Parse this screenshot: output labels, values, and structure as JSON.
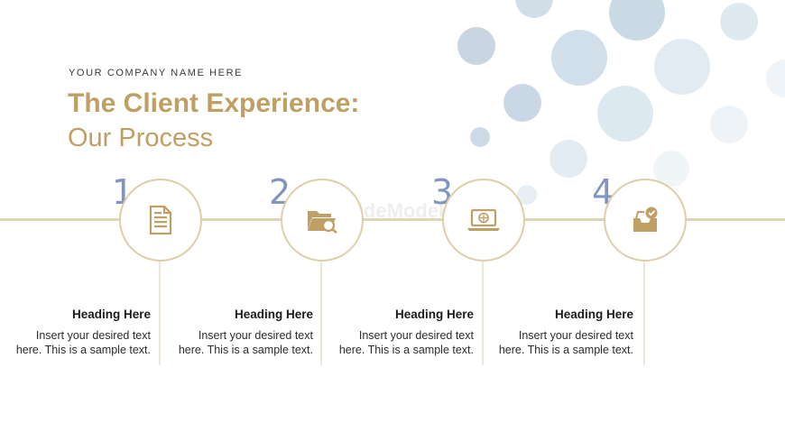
{
  "header": {
    "company": "YOUR COMPANY NAME HERE",
    "title": "The Client Experience:",
    "subtitle": "Our Process"
  },
  "watermark": "SlideModel",
  "colors": {
    "accent": "#bf9f63",
    "number": "#8096bf",
    "line": "#e1d4b7",
    "bubble": "#c9d8e4"
  },
  "steps": [
    {
      "number": "1",
      "icon": "document-icon",
      "heading": "Heading Here",
      "text": "Insert your desired text here. This is a sample text."
    },
    {
      "number": "2",
      "icon": "folder-search-icon",
      "heading": "Heading Here",
      "text": "Insert your desired text here. This is a sample text."
    },
    {
      "number": "3",
      "icon": "laptop-globe-icon",
      "heading": "Heading Here",
      "text": "Insert your desired text here. This is a sample text."
    },
    {
      "number": "4",
      "icon": "inbox-check-icon",
      "heading": "Heading Here",
      "text": "Insert your desired text here. This is a sample text."
    }
  ]
}
